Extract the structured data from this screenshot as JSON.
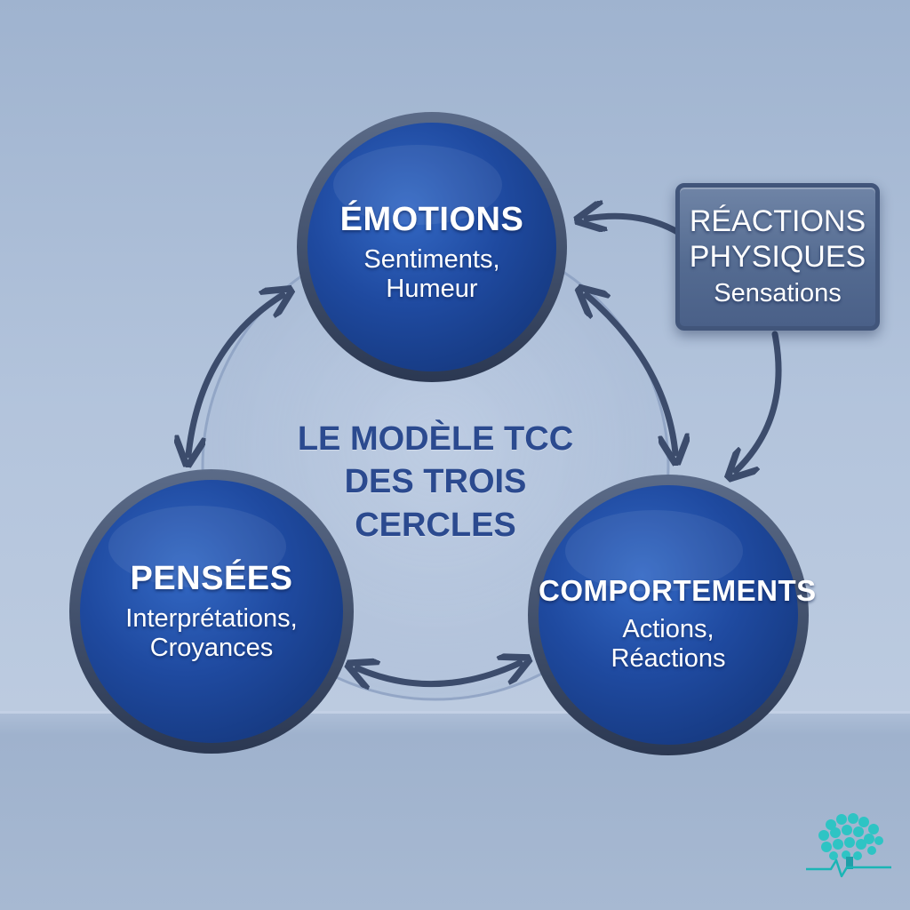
{
  "center_title": [
    "LE MODÈLE TCC",
    "DES TROIS",
    "CERCLES"
  ],
  "emotions": {
    "title": "ÉMOTIONS",
    "lines": [
      "Sentiments,",
      "Humeur"
    ]
  },
  "pensees": {
    "title": "PENSÉES",
    "lines": [
      "Interprétations,",
      "Croyances"
    ]
  },
  "comportements": {
    "title": "COMPORTEMENTS",
    "lines": [
      "Actions,",
      "Réactions"
    ]
  },
  "reactions_physiques": {
    "title_lines": [
      "RÉACTIONS",
      "PHYSIQUES"
    ],
    "sub": "Sensations"
  },
  "colors": {
    "circle_fill": "#1f4aa0",
    "circle_rim": "#3d4d6b",
    "arrow": "#3c4c6c",
    "center_text": "#2b4a8f",
    "background": "#b3c4dc",
    "logo": "#2ec4c4"
  },
  "icons": {
    "logo": "brain-tree-icon"
  }
}
